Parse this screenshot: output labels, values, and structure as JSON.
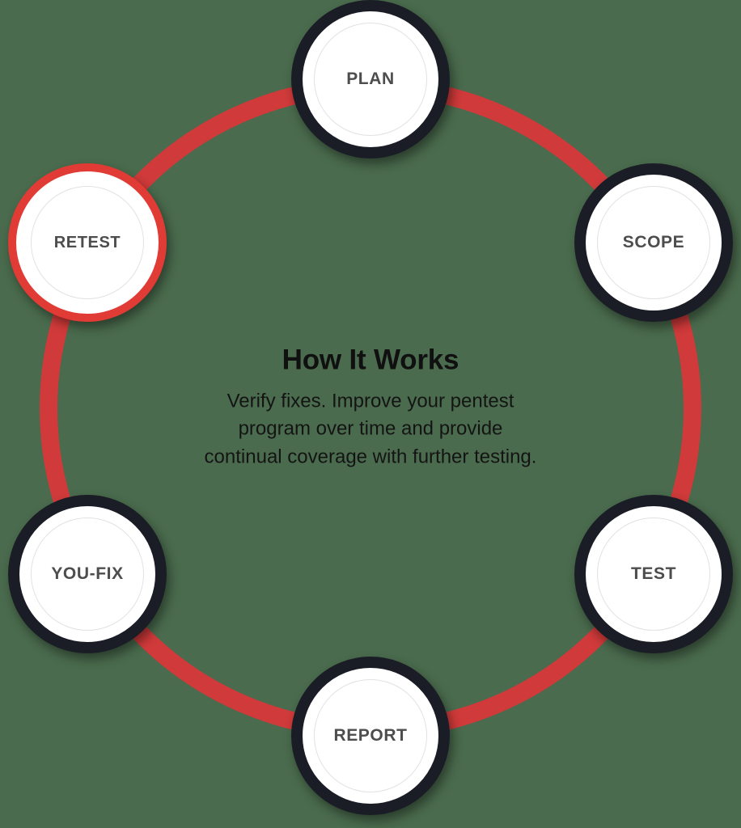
{
  "diagram": {
    "type": "cycle",
    "background_color": "#4a6b4d",
    "accent_color": "#d03a3a",
    "node_ring_color": "#1a1d26",
    "active_ring_color": "#e03b34",
    "label_color": "#4d4d4d",
    "center": {
      "title": "How It Works",
      "description_lines": [
        "Verify fixes. Improve your pentest",
        "program over time and provide",
        "continual coverage with further testing."
      ]
    },
    "nodes": [
      {
        "id": "plan",
        "label": "PLAN",
        "state": "default",
        "position": "top"
      },
      {
        "id": "scope",
        "label": "SCOPE",
        "state": "default",
        "position": "upper-right"
      },
      {
        "id": "test",
        "label": "TEST",
        "state": "default",
        "position": "lower-right"
      },
      {
        "id": "report",
        "label": "REPORT",
        "state": "default",
        "position": "bottom"
      },
      {
        "id": "youfix",
        "label": "YOU-FIX",
        "state": "default",
        "position": "lower-left"
      },
      {
        "id": "retest",
        "label": "RETEST",
        "state": "active",
        "position": "upper-left"
      }
    ]
  }
}
